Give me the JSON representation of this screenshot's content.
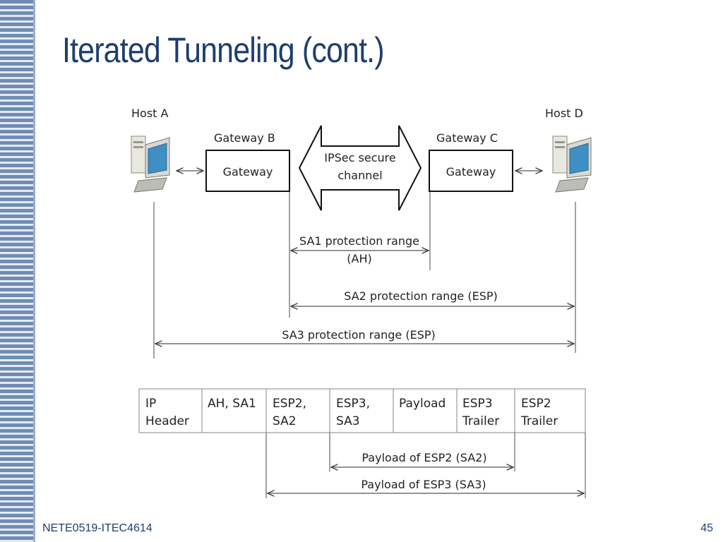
{
  "slide": {
    "title": "Iterated Tunneling (cont.)",
    "footer_left": "NETE0519-ITEC4614",
    "page_number": "45"
  },
  "colors": {
    "title": "#1f3e6e",
    "stripe": "#6f8db4",
    "line": "#555555",
    "box_border": "#111111"
  },
  "diagram": {
    "host_a_label": "Host A",
    "host_d_label": "Host D",
    "gateway_b_label": "Gateway B",
    "gateway_c_label": "Gateway C",
    "gateway_b_box": "Gateway",
    "gateway_c_box": "Gateway",
    "channel_line1": "IPSec secure",
    "channel_line2": "channel",
    "sa1_line1": "SA1 protection range",
    "sa1_line2": "(AH)",
    "sa2_label": "SA2 protection range (ESP)",
    "sa3_label": "SA3 protection range (ESP)"
  },
  "packet": {
    "cells": [
      {
        "line1": "IP",
        "line2": "Header"
      },
      {
        "line1": "AH, SA1",
        "line2": ""
      },
      {
        "line1": "ESP2,",
        "line2": "SA2"
      },
      {
        "line1": "ESP3,",
        "line2": "SA3"
      },
      {
        "line1": "Payload",
        "line2": ""
      },
      {
        "line1": "ESP3",
        "line2": "Trailer"
      },
      {
        "line1": "ESP2",
        "line2": "Trailer"
      }
    ],
    "payload_esp2": "Payload of ESP2 (SA2)",
    "payload_esp3": "Payload of ESP3 (SA3)"
  }
}
